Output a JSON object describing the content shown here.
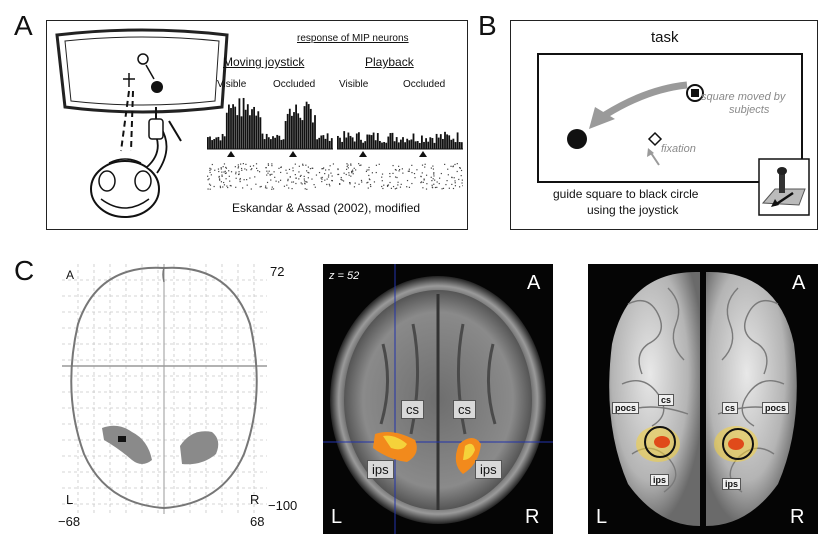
{
  "panels": {
    "a": {
      "letter": "A",
      "header": "response of MIP neurons",
      "moving_title": "Moving joystick",
      "playback_title": "Playback",
      "visible_1": "Visible",
      "occluded_1": "Occluded",
      "visible_2": "Visible",
      "occluded_2": "Occluded",
      "citation": "Eskandar & Assad (2002), modified"
    },
    "b": {
      "letter": "B",
      "title": "task",
      "square_note_1": "square moved by",
      "square_note_2": "subjects",
      "fixation_note": "fixation",
      "caption_1": "guide square to black circle",
      "caption_2": "using the joystick"
    },
    "c": {
      "letter": "C",
      "glass": {
        "anterior": "A",
        "left": "L",
        "right": "R",
        "top_value": "72",
        "bottom_value": "−100",
        "x_min": "−68",
        "x_max": "68"
      },
      "slice": {
        "z_label": "z = 52",
        "anterior": "A",
        "left": "L",
        "right": "R",
        "cs_left": "cs",
        "cs_right": "cs",
        "ips_left": "ips",
        "ips_right": "ips"
      },
      "surface": {
        "anterior": "A",
        "left": "L",
        "right": "R",
        "pocs_left": "pocs",
        "cs_left": "cs",
        "cs_right": "cs",
        "pocs_right": "pocs",
        "ips_left": "ips",
        "ips_right": "ips"
      }
    }
  },
  "colors": {
    "activation_orange": "#f28a1c",
    "activation_yellow": "#f5d23a",
    "brain_grey": "#8c8c8c",
    "guide_arrow": "#9a9a9a"
  }
}
